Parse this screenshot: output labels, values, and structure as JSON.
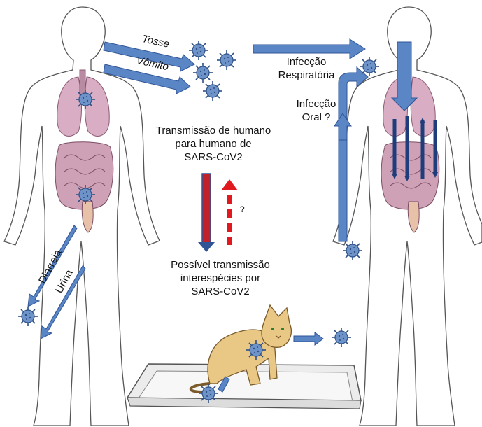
{
  "labels": {
    "cough": "Tosse",
    "vomit": "Vômito",
    "resp_line1": "Infecção",
    "resp_line2": "Respiratória",
    "oral_line1": "Infecção",
    "oral_line2": "Oral ?",
    "h2h_line1": "Transmissão de humano",
    "h2h_line2": "para humano de",
    "h2h_line3": "SARS-CoV2",
    "question": "?",
    "inter_line1": "Possível transmissão",
    "inter_line2": "interespécies por",
    "inter_line3": "SARS-CoV2",
    "diarrhea": "Diarreia",
    "urine": "Urina"
  },
  "colors": {
    "arrow_blue": "#5b86c5",
    "arrow_blue_edge": "#2f5597",
    "dark_arrow": "#1f3d7a",
    "red_arrow": "#c0212a",
    "red_dashed": "#e0191f",
    "lung": "#d9aec4",
    "intestine": "#cfa1b6",
    "virus": "#6e93c9",
    "cat": "#e9c886",
    "tray": "#f2f2f2"
  },
  "icons": [
    "virus-icon",
    "human-outline-icon",
    "lungs-icon",
    "intestines-icon",
    "cat-icon",
    "litter-tray-icon"
  ]
}
